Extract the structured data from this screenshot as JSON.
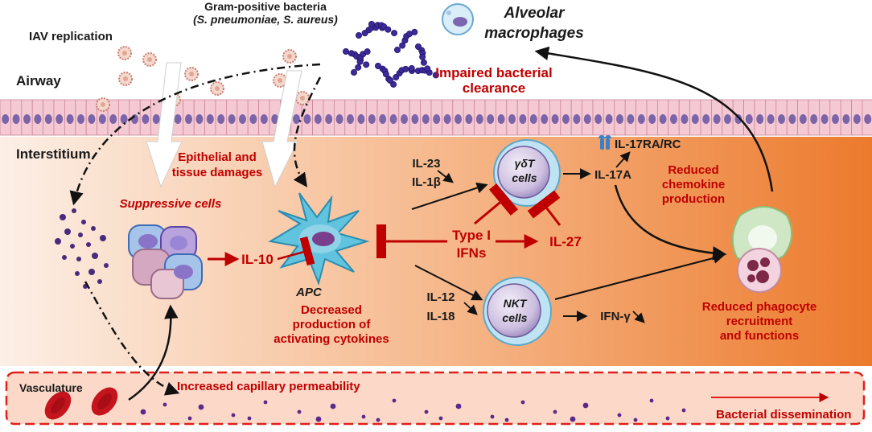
{
  "colors": {
    "accent_red": "#c00000",
    "interstitium_start": "#fbe7d8",
    "interstitium_end": "#ee7f33",
    "epithelium": "#f4c6d0",
    "nucleus": "#7a62a8",
    "vasculature_fill": "#fbd5c6",
    "bacteria": "#3b1f8f"
  },
  "labels": {
    "iav_replication": "IAV replication",
    "bacteria_line1": "Gram-positive bacteria",
    "bacteria_line2": "(S. pneumoniae, S. aureus)",
    "alveolar_line1": "Alveolar",
    "alveolar_line2": "macrophages",
    "impaired_line1": "Impaired bacterial",
    "impaired_line2": "clearance",
    "airway": "Airway",
    "interstitium": "Interstitium",
    "epithelial_line1": "Epithelial and",
    "epithelial_line2": "tissue damages",
    "suppressive_cells": "Suppressive cells",
    "il10": "IL-10",
    "apc": "APC",
    "decreased_line1": "Decreased",
    "decreased_line2": "production of",
    "decreased_line3": "activating cytokines",
    "il23": "IL-23",
    "il1b": "IL-1β",
    "il12": "IL-12",
    "il18": "IL-18",
    "type1_line1": "Type I",
    "type1_line2": "IFNs",
    "il27": "IL-27",
    "gdt_line1": "γδT",
    "gdt_line2": "cells",
    "nkt_line1": "NKT",
    "nkt_line2": "cells",
    "il17a": "IL-17A",
    "il17ra": "IL-17RA/RC",
    "reduced_chemo_line1": "Reduced",
    "reduced_chemo_line2": "chemokine",
    "reduced_chemo_line3": "production",
    "ifng": "IFN-γ",
    "phago_line1": "Reduced phagocyte",
    "phago_line2": "recruitment",
    "phago_line3": "and functions",
    "vasculature": "Vasculature",
    "capillary": "Increased capillary permeability",
    "dissemination": "Bacterial dissemination"
  }
}
